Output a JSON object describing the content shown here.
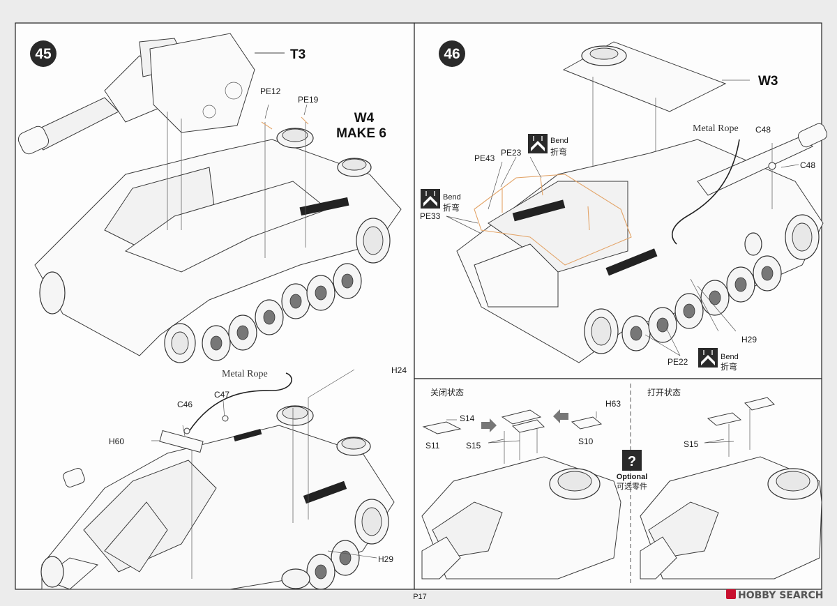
{
  "page": {
    "number": "P17"
  },
  "watermark": {
    "brand": "HOBBY SEARCH"
  },
  "step45": {
    "number": "45",
    "top": {
      "parts": [
        "T3",
        "PE12",
        "PE19"
      ],
      "note_line1": "W4",
      "note_line2": "MAKE 6"
    },
    "bottom": {
      "metal_rope": "Metal Rope",
      "parts": [
        "C47",
        "C46",
        "H60",
        "H24",
        "H29"
      ]
    }
  },
  "step46": {
    "number": "46",
    "top": {
      "parts": [
        "W3",
        "C48",
        "C48",
        "PE43",
        "PE23",
        "PE33",
        "PE22",
        "H29"
      ],
      "metal_rope": "Metal Rope",
      "bend_en": "Bend",
      "bend_cn": "折弯"
    },
    "closed": {
      "title": "关闭状态",
      "parts": [
        "S14",
        "S11",
        "S15",
        "H63",
        "S10"
      ]
    },
    "open": {
      "title": "打开状态",
      "parts": [
        "S15"
      ]
    },
    "optional": {
      "symbol": "?",
      "en": "Optional",
      "cn": "可选零件"
    }
  }
}
